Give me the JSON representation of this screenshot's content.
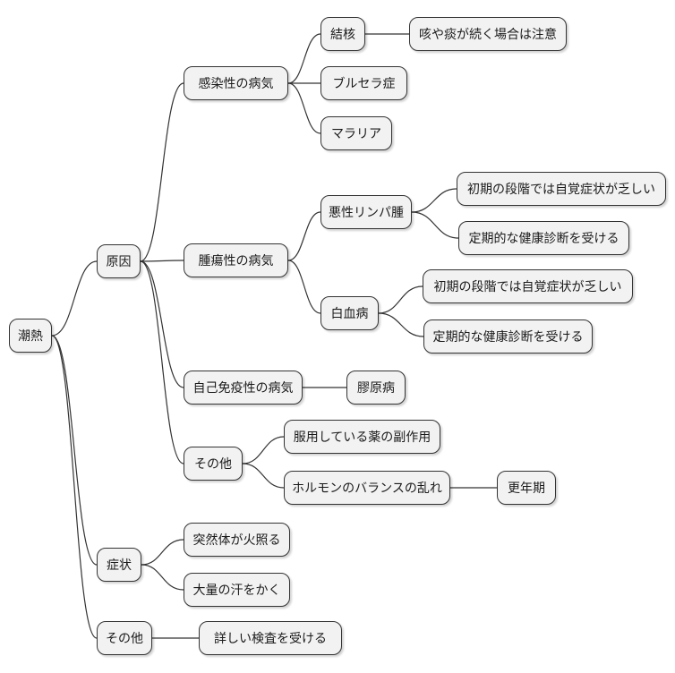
{
  "diagram_type": "mindmap",
  "colors": {
    "background": "#ffffff",
    "node_fill": "#f2f2f2",
    "node_border": "#333333",
    "edge_stroke": "#333333",
    "text": "#1a1a1a"
  },
  "tree": {
    "label": "潮熱",
    "children": [
      {
        "label": "原因",
        "children": [
          {
            "label": "感染性の病気",
            "children": [
              {
                "label": "結核",
                "children": [
                  {
                    "label": "咳や痰が続く場合は注意"
                  }
                ]
              },
              {
                "label": "ブルセラ症"
              },
              {
                "label": "マラリア"
              }
            ]
          },
          {
            "label": "腫瘍性の病気",
            "children": [
              {
                "label": "悪性リンパ腫",
                "children": [
                  {
                    "label": "初期の段階では自覚症状が乏しい"
                  },
                  {
                    "label": "定期的な健康診断を受ける"
                  }
                ]
              },
              {
                "label": "白血病",
                "children": [
                  {
                    "label": "初期の段階では自覚症状が乏しい"
                  },
                  {
                    "label": "定期的な健康診断を受ける"
                  }
                ]
              }
            ]
          },
          {
            "label": "自己免疫性の病気",
            "children": [
              {
                "label": "膠原病"
              }
            ]
          },
          {
            "label": "その他",
            "children": [
              {
                "label": "服用している薬の副作用"
              },
              {
                "label": "ホルモンのバランスの乱れ",
                "children": [
                  {
                    "label": "更年期"
                  }
                ]
              }
            ]
          }
        ]
      },
      {
        "label": "症状",
        "children": [
          {
            "label": "突然体が火照る"
          },
          {
            "label": "大量の汗をかく"
          }
        ]
      },
      {
        "label": "その他",
        "children": [
          {
            "label": "詳しい検査を受ける"
          }
        ]
      }
    ]
  }
}
